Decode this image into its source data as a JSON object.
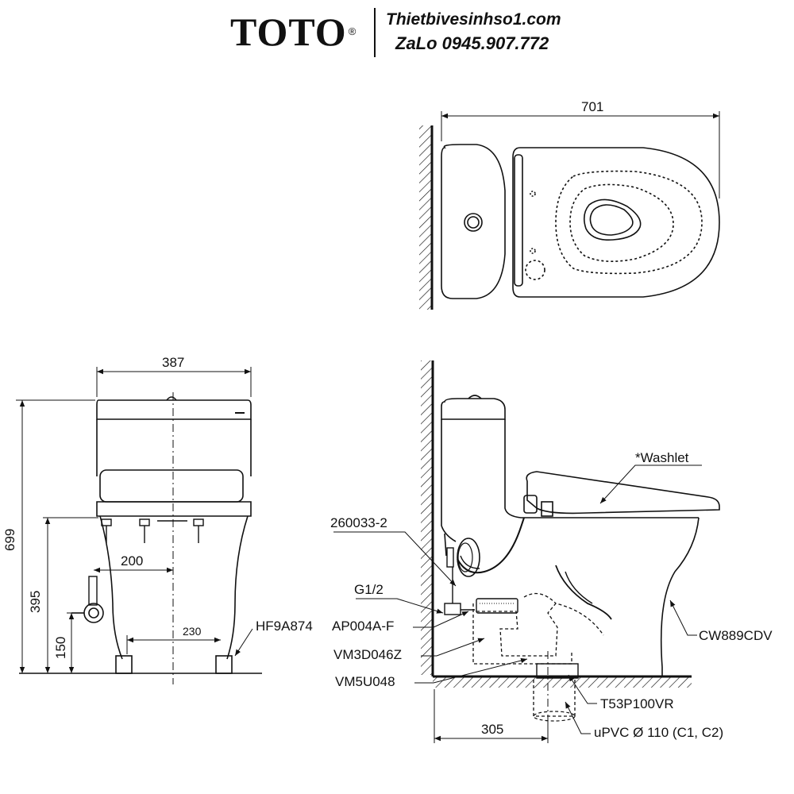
{
  "header": {
    "brand": "TOTO",
    "registered_mark": "®",
    "website": "Thietbivesinhso1.com",
    "contact": "ZaLo 0945.907.772"
  },
  "top_view": {
    "dim_width": "701"
  },
  "front_view": {
    "dim_width": "387",
    "dim_height": "699",
    "dim_seat_height": "395",
    "dim_supply_height": "150",
    "dim_supply_offset": "200",
    "dim_bolt_spacing": "230",
    "label_bolt": "HF9A874"
  },
  "side_view": {
    "label_washlet": "*Washlet",
    "label_hose": "260033-2",
    "label_thread": "G1/2",
    "label_valve": "AP004A-F",
    "label_flange": "VM3D046Z",
    "label_adapter": "VM5U048",
    "label_body": "CW889CDV",
    "label_pipe_part": "T53P100VR",
    "label_pipe": "uPVC Ø 110 (C1, C2)",
    "dim_rough_in": "305"
  },
  "colors": {
    "ink": "#111111",
    "background": "#ffffff"
  }
}
